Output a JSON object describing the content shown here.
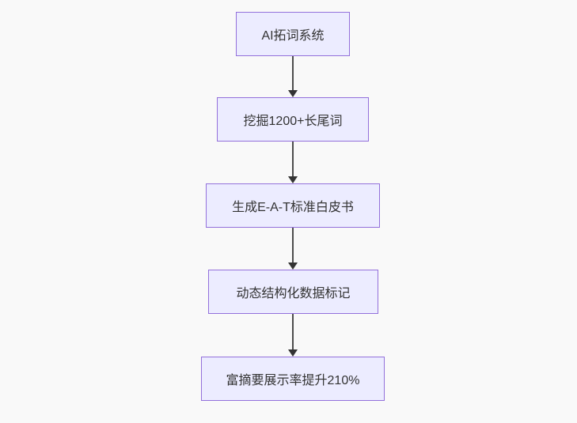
{
  "diagram": {
    "type": "flowchart",
    "direction": "top-down",
    "colors": {
      "background": "#f9f9f9",
      "node_fill": "#ececff",
      "node_border": "#9370db",
      "node_text": "#333333",
      "edge_line": "#4d4d4d",
      "arrow_head": "#333333"
    },
    "nodes": [
      {
        "label": "AI拓词系统"
      },
      {
        "label": "挖掘1200+长尾词"
      },
      {
        "label": "生成E-A-T标准白皮书"
      },
      {
        "label": "动态结构化数据标记"
      },
      {
        "label": "富摘要展示率提升210%"
      }
    ],
    "edges": [
      {
        "from": "AI拓词系统",
        "to": "挖掘1200+长尾词"
      },
      {
        "from": "挖掘1200+长尾词",
        "to": "生成E-A-T标准白皮书"
      },
      {
        "from": "生成E-A-T标准白皮书",
        "to": "动态结构化数据标记"
      },
      {
        "from": "动态结构化数据标记",
        "to": "富摘要展示率提升210%"
      }
    ]
  }
}
